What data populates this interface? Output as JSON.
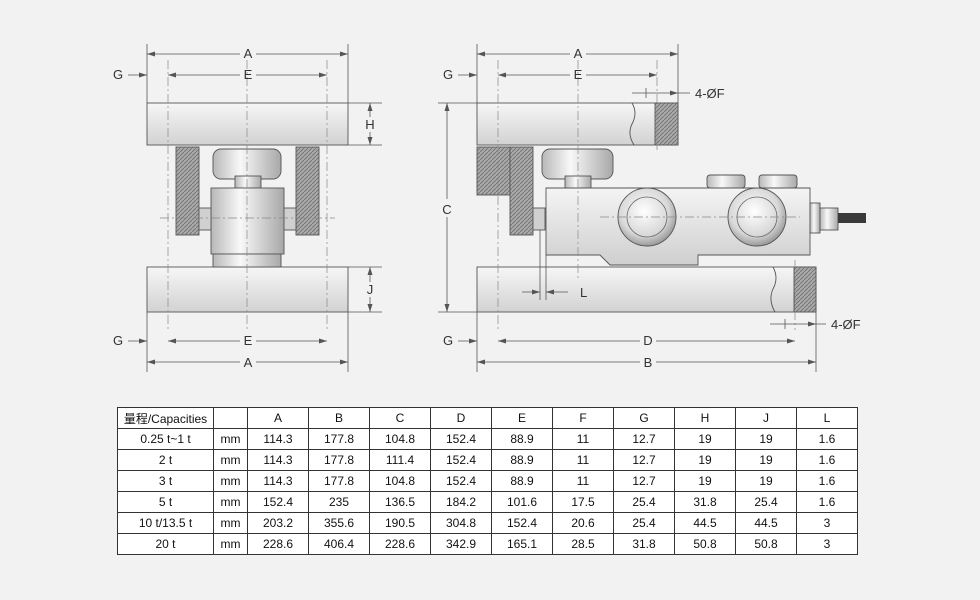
{
  "labels": {
    "A": "A",
    "B": "B",
    "C": "C",
    "D": "D",
    "E": "E",
    "G": "G",
    "H": "H",
    "J": "J",
    "L": "L",
    "bolt": "4-ØF"
  },
  "table": {
    "headers": [
      "量程/Capacities",
      "",
      "A",
      "B",
      "C",
      "D",
      "E",
      "F",
      "G",
      "H",
      "J",
      "L"
    ],
    "rows": [
      [
        "0.25 t~1 t",
        "mm",
        "114.3",
        "177.8",
        "104.8",
        "152.4",
        "88.9",
        "11",
        "12.7",
        "19",
        "19",
        "1.6"
      ],
      [
        "2 t",
        "mm",
        "114.3",
        "177.8",
        "111.4",
        "152.4",
        "88.9",
        "11",
        "12.7",
        "19",
        "19",
        "1.6"
      ],
      [
        "3 t",
        "mm",
        "114.3",
        "177.8",
        "104.8",
        "152.4",
        "88.9",
        "11",
        "12.7",
        "19",
        "19",
        "1.6"
      ],
      [
        "5 t",
        "mm",
        "152.4",
        "235",
        "136.5",
        "184.2",
        "101.6",
        "17.5",
        "25.4",
        "31.8",
        "25.4",
        "1.6"
      ],
      [
        "10 t/13.5 t",
        "mm",
        "203.2",
        "355.6",
        "190.5",
        "304.8",
        "152.4",
        "20.6",
        "25.4",
        "44.5",
        "44.5",
        "3"
      ],
      [
        "20 t",
        "mm",
        "228.6",
        "406.4",
        "228.6",
        "342.9",
        "165.1",
        "28.5",
        "31.8",
        "50.8",
        "50.8",
        "3"
      ]
    ]
  }
}
